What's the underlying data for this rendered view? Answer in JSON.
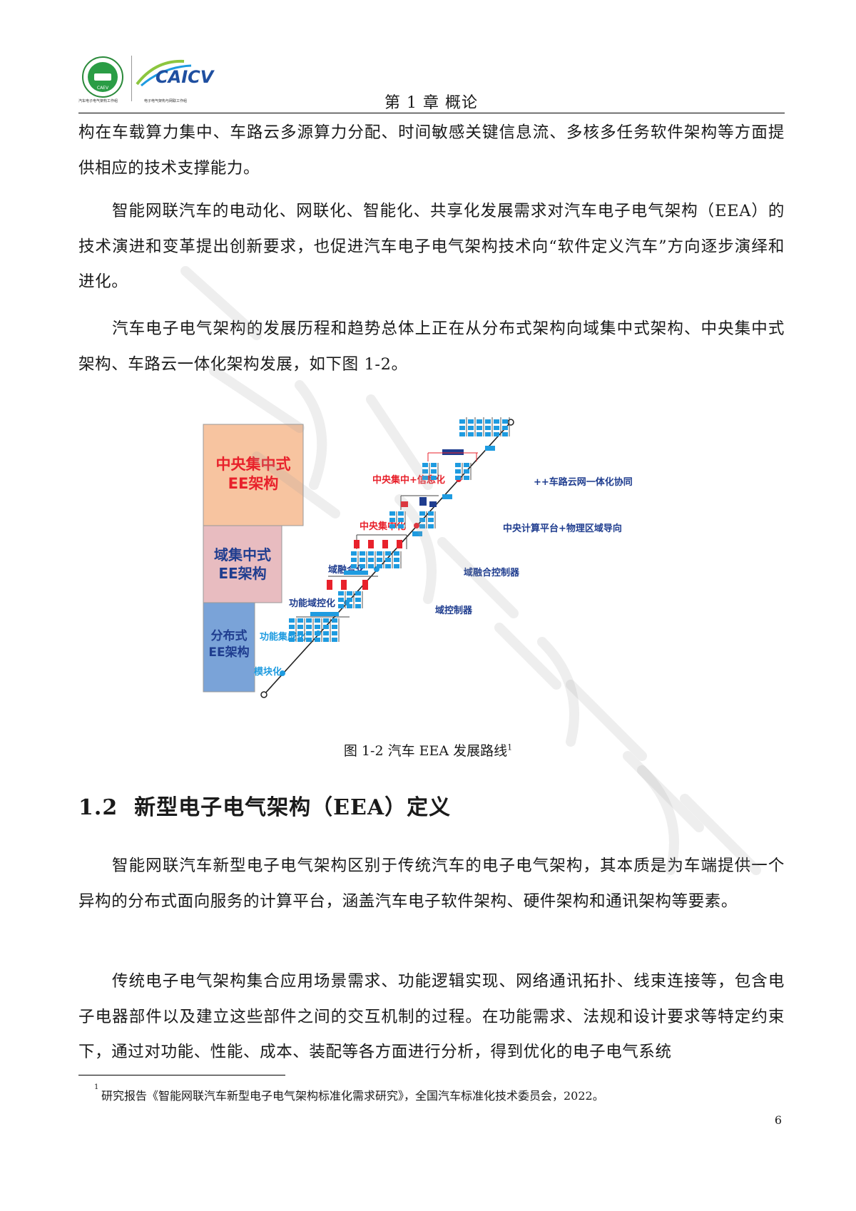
{
  "header": {
    "chapter_title": "第 1 章  概论",
    "logo_left_caption": "汽车电子电气架构工作组",
    "logo_right_text": "CAICV",
    "logo_right_caption": "电子电气架构与网联工作组"
  },
  "paragraphs": {
    "p1": "构在车载算力集中、车路云多源算力分配、时间敏感关键信息流、多核多任务软件架构等方面提供相应的技术支撑能力。",
    "p2": "智能网联汽车的电动化、网联化、智能化、共享化发展需求对汽车电子电气架构（EEA）的技术演进和变革提出创新要求，也促进汽车电子电气架构技术向“软件定义汽车”方向逐步演绎和进化。",
    "p3": "汽车电子电气架构的发展历程和趋势总体上正在从分布式架构向域集中式架构、中央集中式架构、车路云一体化架构发展，如下图 1-2。",
    "p4": "智能网联汽车新型电子电气架构区别于传统汽车的电子电气架构，其本质是为车端提供一个异构的分布式面向服务的计算平台，涵盖汽车电子软件架构、硬件架构和通讯架构等要素。",
    "p5": "传统电子电气架构集合应用场景需求、功能逻辑实现、网络通讯拓扑、线束连接等，包含电子电器部件以及建立这些部件之间的交互机制的过程。在功能需求、法规和设计要求等特定约束下，通过对功能、性能、成本、装配等各方面进行分析，得到优化的电子电气系统"
  },
  "figure": {
    "blocks": {
      "central": {
        "line1": "中央集中式",
        "line2": "EE架构",
        "fill": "#f7c4a0",
        "text_color": "#e8212b"
      },
      "domain": {
        "line1": "域集中式",
        "line2": "EE架构",
        "fill": "#e8bcc0",
        "text_color": "#1f3d8f"
      },
      "distributed": {
        "line1": "分布式",
        "line2": "EE架构",
        "fill": "#7aa3d8",
        "text_color": "#1f3d8f"
      }
    },
    "stages": {
      "modular": "模块化",
      "integration": "功能集成化",
      "domain_control": "功能域控化",
      "domain_fusion": "域融合化",
      "central": "中央集中化",
      "central_info": "中央集中+信息化"
    },
    "descriptions": {
      "domain_controller": "域控制器",
      "fusion_controller": "域融合控制器",
      "central_platform": "中央计算平台+物理区域导向",
      "vehicle_cloud": "++车路云网一体化协同"
    },
    "colors": {
      "blue": "#1e9be0",
      "red": "#e8212b",
      "navy": "#1f3d8f"
    },
    "caption_text": "图 1-2  汽车 EEA 发展路线",
    "caption_ref": "1"
  },
  "section": {
    "number": "1.2",
    "title": "新型电子电气架构（EEA）定义"
  },
  "footnote": {
    "marker": "1",
    "text": "研究报告《智能网联汽车新型电子电气架构标准化需求研究》，全国汽车标准化技术委员会，2022。"
  },
  "page_number": "6"
}
